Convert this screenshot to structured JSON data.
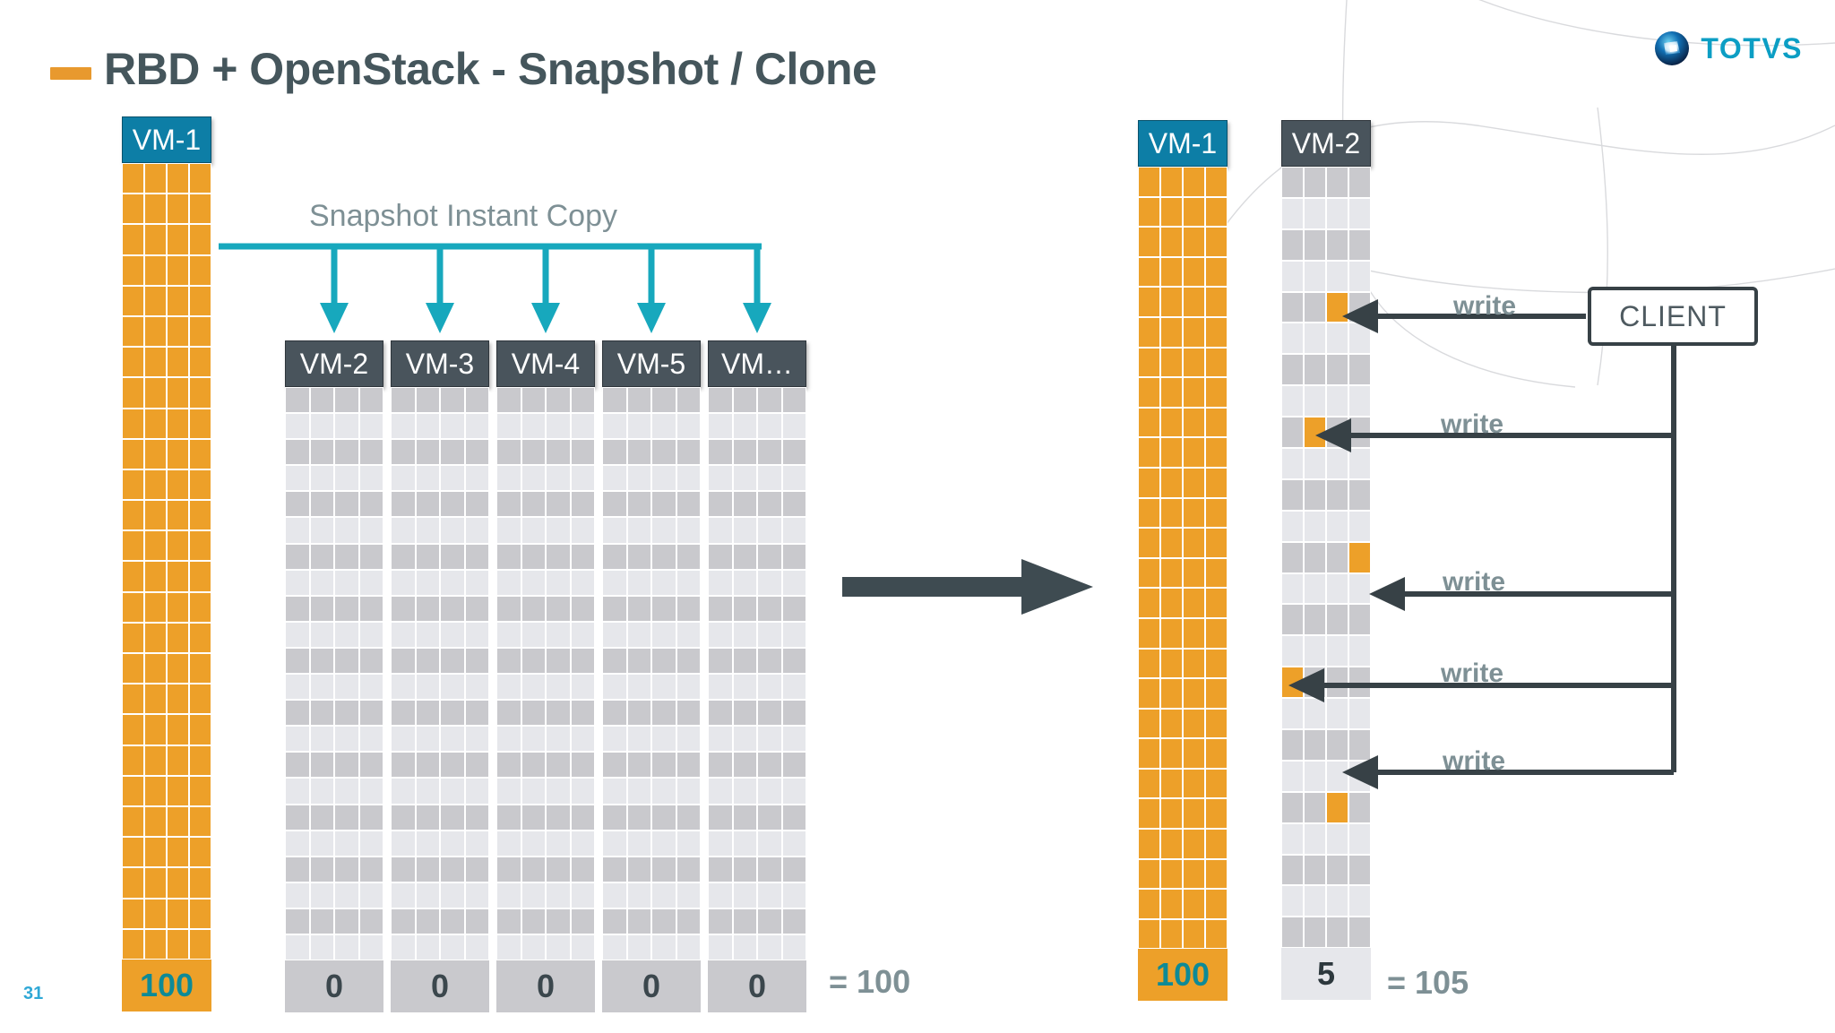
{
  "slide": {
    "number": "31",
    "title": "RBD + OpenStack - Snapshot / Clone",
    "title_dash_color": "#e8992e",
    "title_color": "#45565c",
    "background": "#ffffff"
  },
  "brand": {
    "name": "TOTVS",
    "mark_icon": "totvs-orb-icon",
    "word_color": "#0c9ec4"
  },
  "colors": {
    "orange": "#eda029",
    "blue_label": "#0d7ea6",
    "gray_label": "#49545c",
    "grid_dark": "#c9c9cd",
    "grid_light": "#e6e7eb",
    "teal_arrow": "#17a8bd",
    "dark_arrow": "#374146",
    "muted_text": "#7e9095",
    "teal_number": "#0e8a96"
  },
  "left_panel": {
    "caption": "Snapshot Instant Copy",
    "source": {
      "label": "VM-1",
      "label_style": "blue",
      "fill": "orange",
      "rows": 26,
      "cols": 4,
      "footer_value": "100"
    },
    "snapshots": [
      {
        "label": "VM-2",
        "footer_value": "0"
      },
      {
        "label": "VM-3",
        "footer_value": "0"
      },
      {
        "label": "VM-4",
        "footer_value": "0"
      },
      {
        "label": "VM-5",
        "footer_value": "0"
      },
      {
        "label": "VM…",
        "footer_value": "0"
      }
    ],
    "snapshot_rows": 22,
    "snapshot_cols": 4,
    "total": "= 100"
  },
  "transition": {
    "icon": "right-arrow-icon"
  },
  "right_panel": {
    "source": {
      "label": "VM-1",
      "label_style": "blue",
      "fill": "orange",
      "rows": 26,
      "cols": 4,
      "footer_value": "100"
    },
    "clone": {
      "label": "VM-2",
      "label_style": "gray",
      "rows": 25,
      "cols": 4,
      "footer_value": "5",
      "written_cells": [
        {
          "row": 4,
          "col": 2
        },
        {
          "row": 8,
          "col": 1
        },
        {
          "row": 12,
          "col": 3
        },
        {
          "row": 16,
          "col": 0
        },
        {
          "row": 20,
          "col": 2
        }
      ]
    },
    "total": "= 105",
    "client": {
      "label": "CLIENT"
    },
    "write_labels": [
      "write",
      "write",
      "write",
      "write",
      "write"
    ]
  }
}
